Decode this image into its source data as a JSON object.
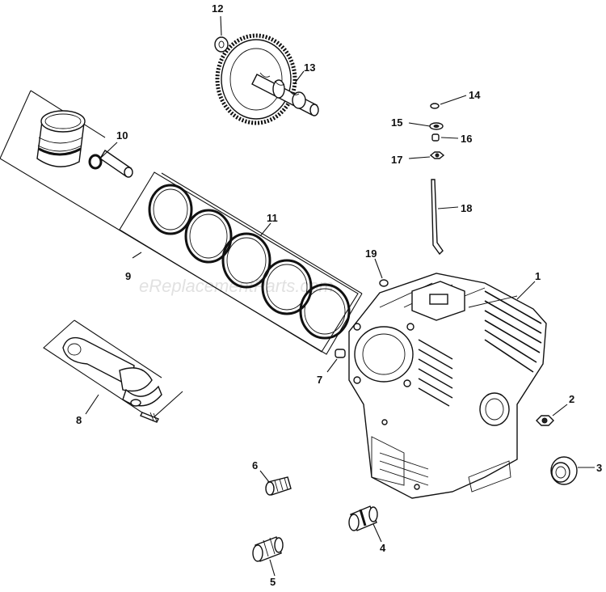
{
  "watermark": "eReplacementParts.com",
  "callouts": {
    "c1": "1",
    "c2": "2",
    "c3": "3",
    "c4": "4",
    "c5": "5",
    "c6": "6",
    "c7": "7",
    "c8": "8",
    "c9": "9",
    "c10": "10",
    "c11": "11",
    "c12": "12",
    "c13": "13",
    "c14": "14",
    "c15": "15",
    "c16": "16",
    "c17": "17",
    "c18": "18",
    "c19": "19"
  },
  "parts": [
    {
      "ref": "1",
      "icon": "crankcase-icon"
    },
    {
      "ref": "2",
      "icon": "nut-icon"
    },
    {
      "ref": "3",
      "icon": "oil-seal-icon"
    },
    {
      "ref": "4",
      "icon": "lifter-icon"
    },
    {
      "ref": "5",
      "icon": "lifter-icon"
    },
    {
      "ref": "6",
      "icon": "lifter-icon"
    },
    {
      "ref": "7",
      "icon": "dowel-pin-icon"
    },
    {
      "ref": "8",
      "icon": "connecting-rod-icon"
    },
    {
      "ref": "9",
      "icon": "piston-kit-icon"
    },
    {
      "ref": "10",
      "icon": "retainer-clip-icon"
    },
    {
      "ref": "11",
      "icon": "piston-rings-icon"
    },
    {
      "ref": "12",
      "icon": "shim-icon"
    },
    {
      "ref": "13",
      "icon": "camshaft-gear-icon"
    },
    {
      "ref": "14",
      "icon": "washer-icon"
    },
    {
      "ref": "15",
      "icon": "washer-icon"
    },
    {
      "ref": "16",
      "icon": "spacer-icon"
    },
    {
      "ref": "17",
      "icon": "nut-icon"
    },
    {
      "ref": "18",
      "icon": "governor-shaft-icon"
    },
    {
      "ref": "19",
      "icon": "plug-icon"
    }
  ]
}
